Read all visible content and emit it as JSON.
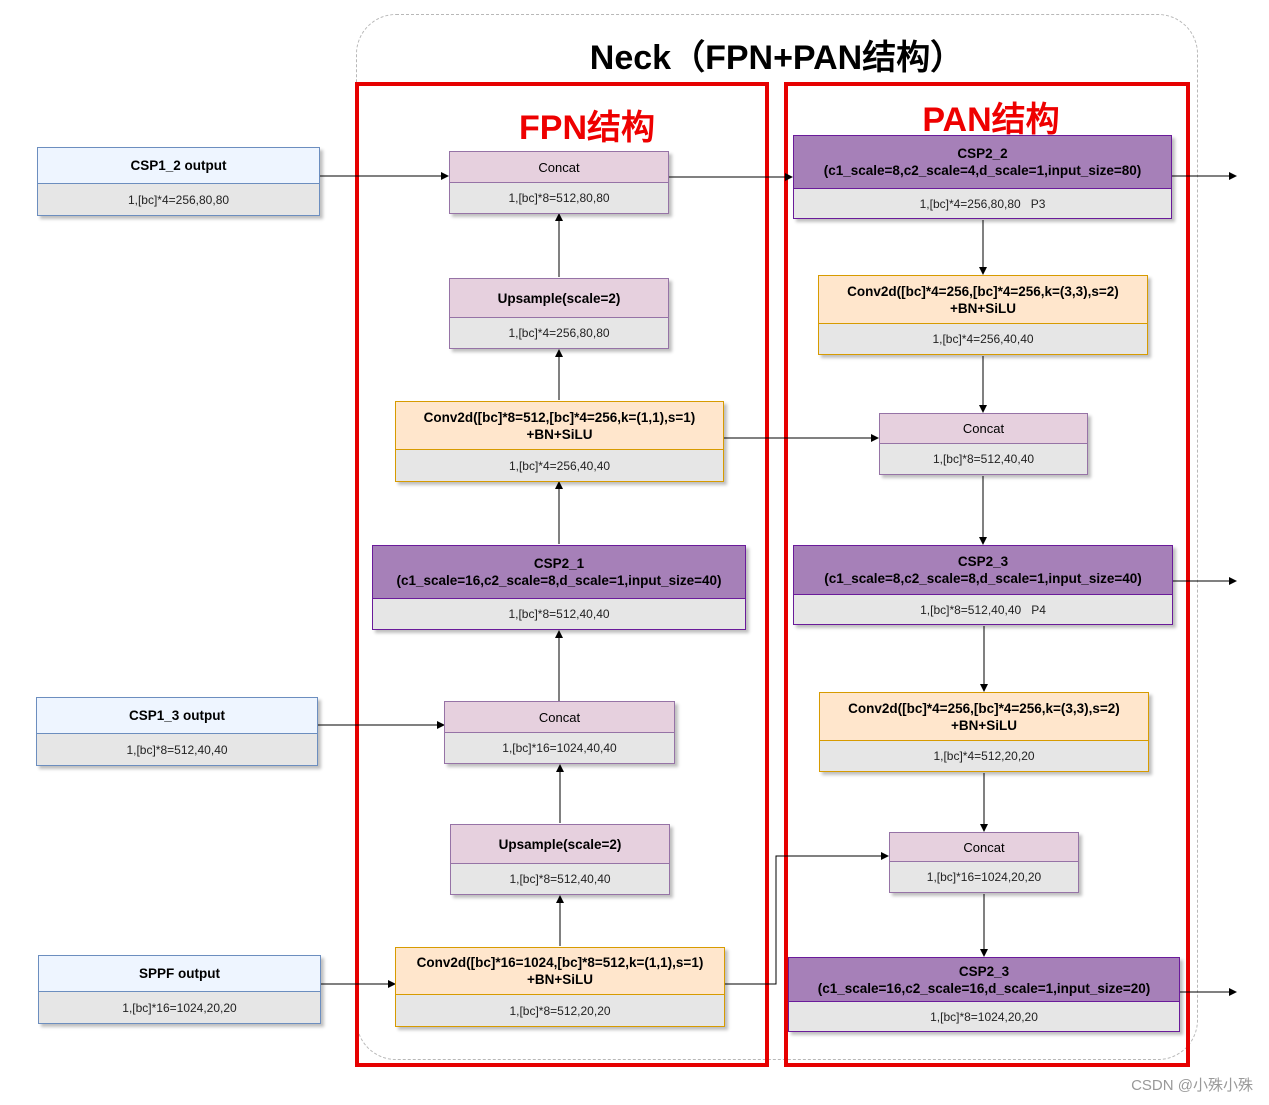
{
  "title": "Neck（FPN+PAN结构）",
  "sections": {
    "fpn_title": "FPN结构",
    "pan_title": "PAN结构"
  },
  "inputs": {
    "csp1_2": {
      "label": "CSP1_2 output",
      "shape": "1,[bc]*4=256,80,80"
    },
    "csp1_3": {
      "label": "CSP1_3 output",
      "shape": "1,[bc]*8=512,40,40"
    },
    "sppf": {
      "label": "SPPF output",
      "shape": "1,[bc]*16=1024,20,20"
    }
  },
  "fpn": {
    "concat_top": {
      "label": "Concat",
      "shape": "1,[bc]*8=512,80,80"
    },
    "upsample_top": {
      "label": "Upsample(scale=2)",
      "shape": "1,[bc]*4=256,80,80"
    },
    "conv_mid": {
      "label": "Conv2d([bc]*8=512,[bc]*4=256,k=(1,1),s=1)\n+BN+SiLU",
      "shape": "1,[bc]*4=256,40,40"
    },
    "csp2_1": {
      "label": "CSP2_1\n(c1_scale=16,c2_scale=8,d_scale=1,input_size=40)",
      "shape": "1,[bc]*8=512,40,40"
    },
    "concat_mid": {
      "label": "Concat",
      "shape": "1,[bc]*16=1024,40,40"
    },
    "upsample_bottom": {
      "label": "Upsample(scale=2)",
      "shape": "1,[bc]*8=512,40,40"
    },
    "conv_bottom": {
      "label": "Conv2d([bc]*16=1024,[bc]*8=512,k=(1,1),s=1)\n+BN+SiLU",
      "shape": "1,[bc]*8=512,20,20"
    }
  },
  "pan": {
    "csp2_2": {
      "label": "CSP2_2\n(c1_scale=8,c2_scale=4,d_scale=1,input_size=80)",
      "shape": "1,[bc]*4=256,80,80   P3"
    },
    "conv_top": {
      "label": "Conv2d([bc]*4=256,[bc]*4=256,k=(3,3),s=2)\n+BN+SiLU",
      "shape": "1,[bc]*4=256,40,40"
    },
    "concat_top": {
      "label": "Concat",
      "shape": "1,[bc]*8=512,40,40"
    },
    "csp2_3a": {
      "label": "CSP2_3\n(c1_scale=8,c2_scale=8,d_scale=1,input_size=40)",
      "shape": "1,[bc]*8=512,40,40   P4"
    },
    "conv_mid": {
      "label": "Conv2d([bc]*4=256,[bc]*4=256,k=(3,3),s=2)\n+BN+SiLU",
      "shape": "1,[bc]*4=512,20,20"
    },
    "concat_bottom": {
      "label": "Concat",
      "shape": "1,[bc]*16=1024,20,20"
    },
    "csp2_3b": {
      "label": "CSP2_3\n(c1_scale=16,c2_scale=16,d_scale=1,input_size=20)",
      "shape": "1,[bc]*8=1024,20,20"
    }
  },
  "watermark": "CSDN @小殊小殊"
}
